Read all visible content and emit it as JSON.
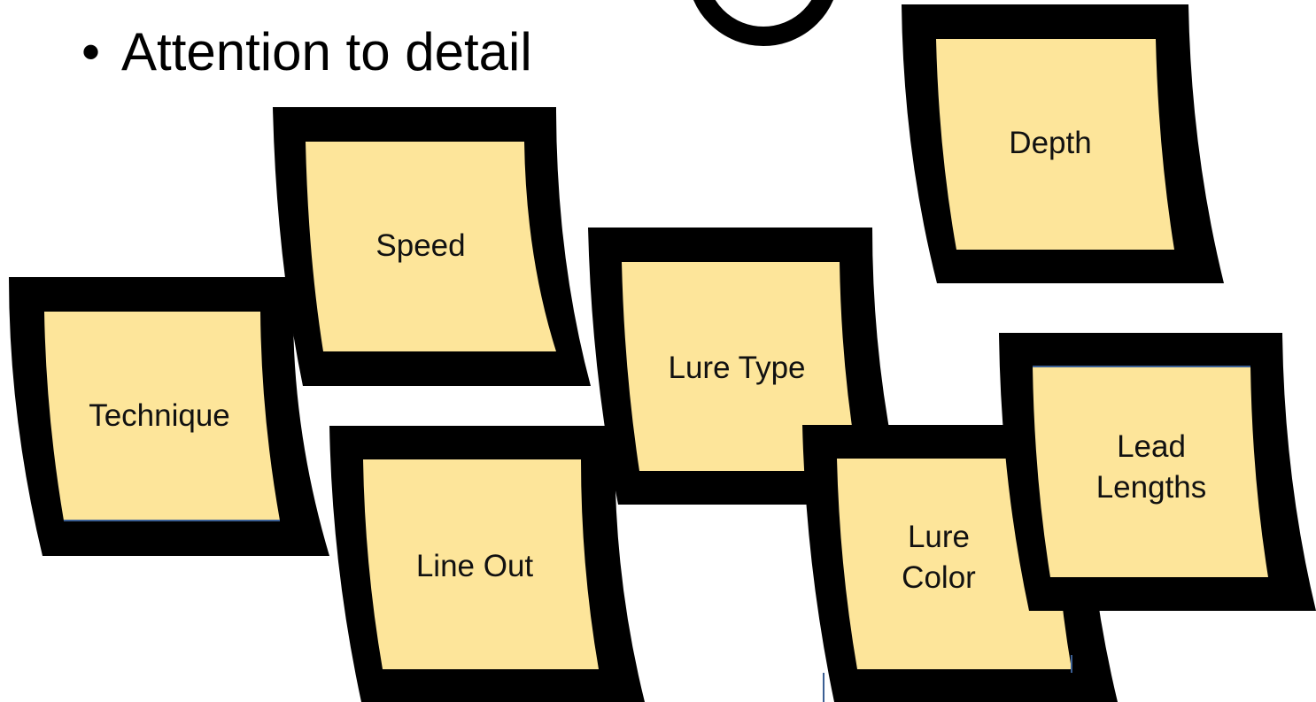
{
  "slide": {
    "bullet_text": "Attention to detail"
  },
  "notes": [
    {
      "id": "technique",
      "label": "Technique"
    },
    {
      "id": "speed",
      "label": "Speed"
    },
    {
      "id": "depth",
      "label": "Depth"
    },
    {
      "id": "lure-type",
      "label": "Lure Type"
    },
    {
      "id": "line-out",
      "label": "Line Out"
    },
    {
      "id": "lure-color",
      "label": "Lure\nColor"
    },
    {
      "id": "lead-lengths",
      "label": "Lead\nLengths"
    }
  ],
  "colors": {
    "note_fill": "#FDE59A",
    "note_border": "#000000",
    "text": "#111111"
  }
}
